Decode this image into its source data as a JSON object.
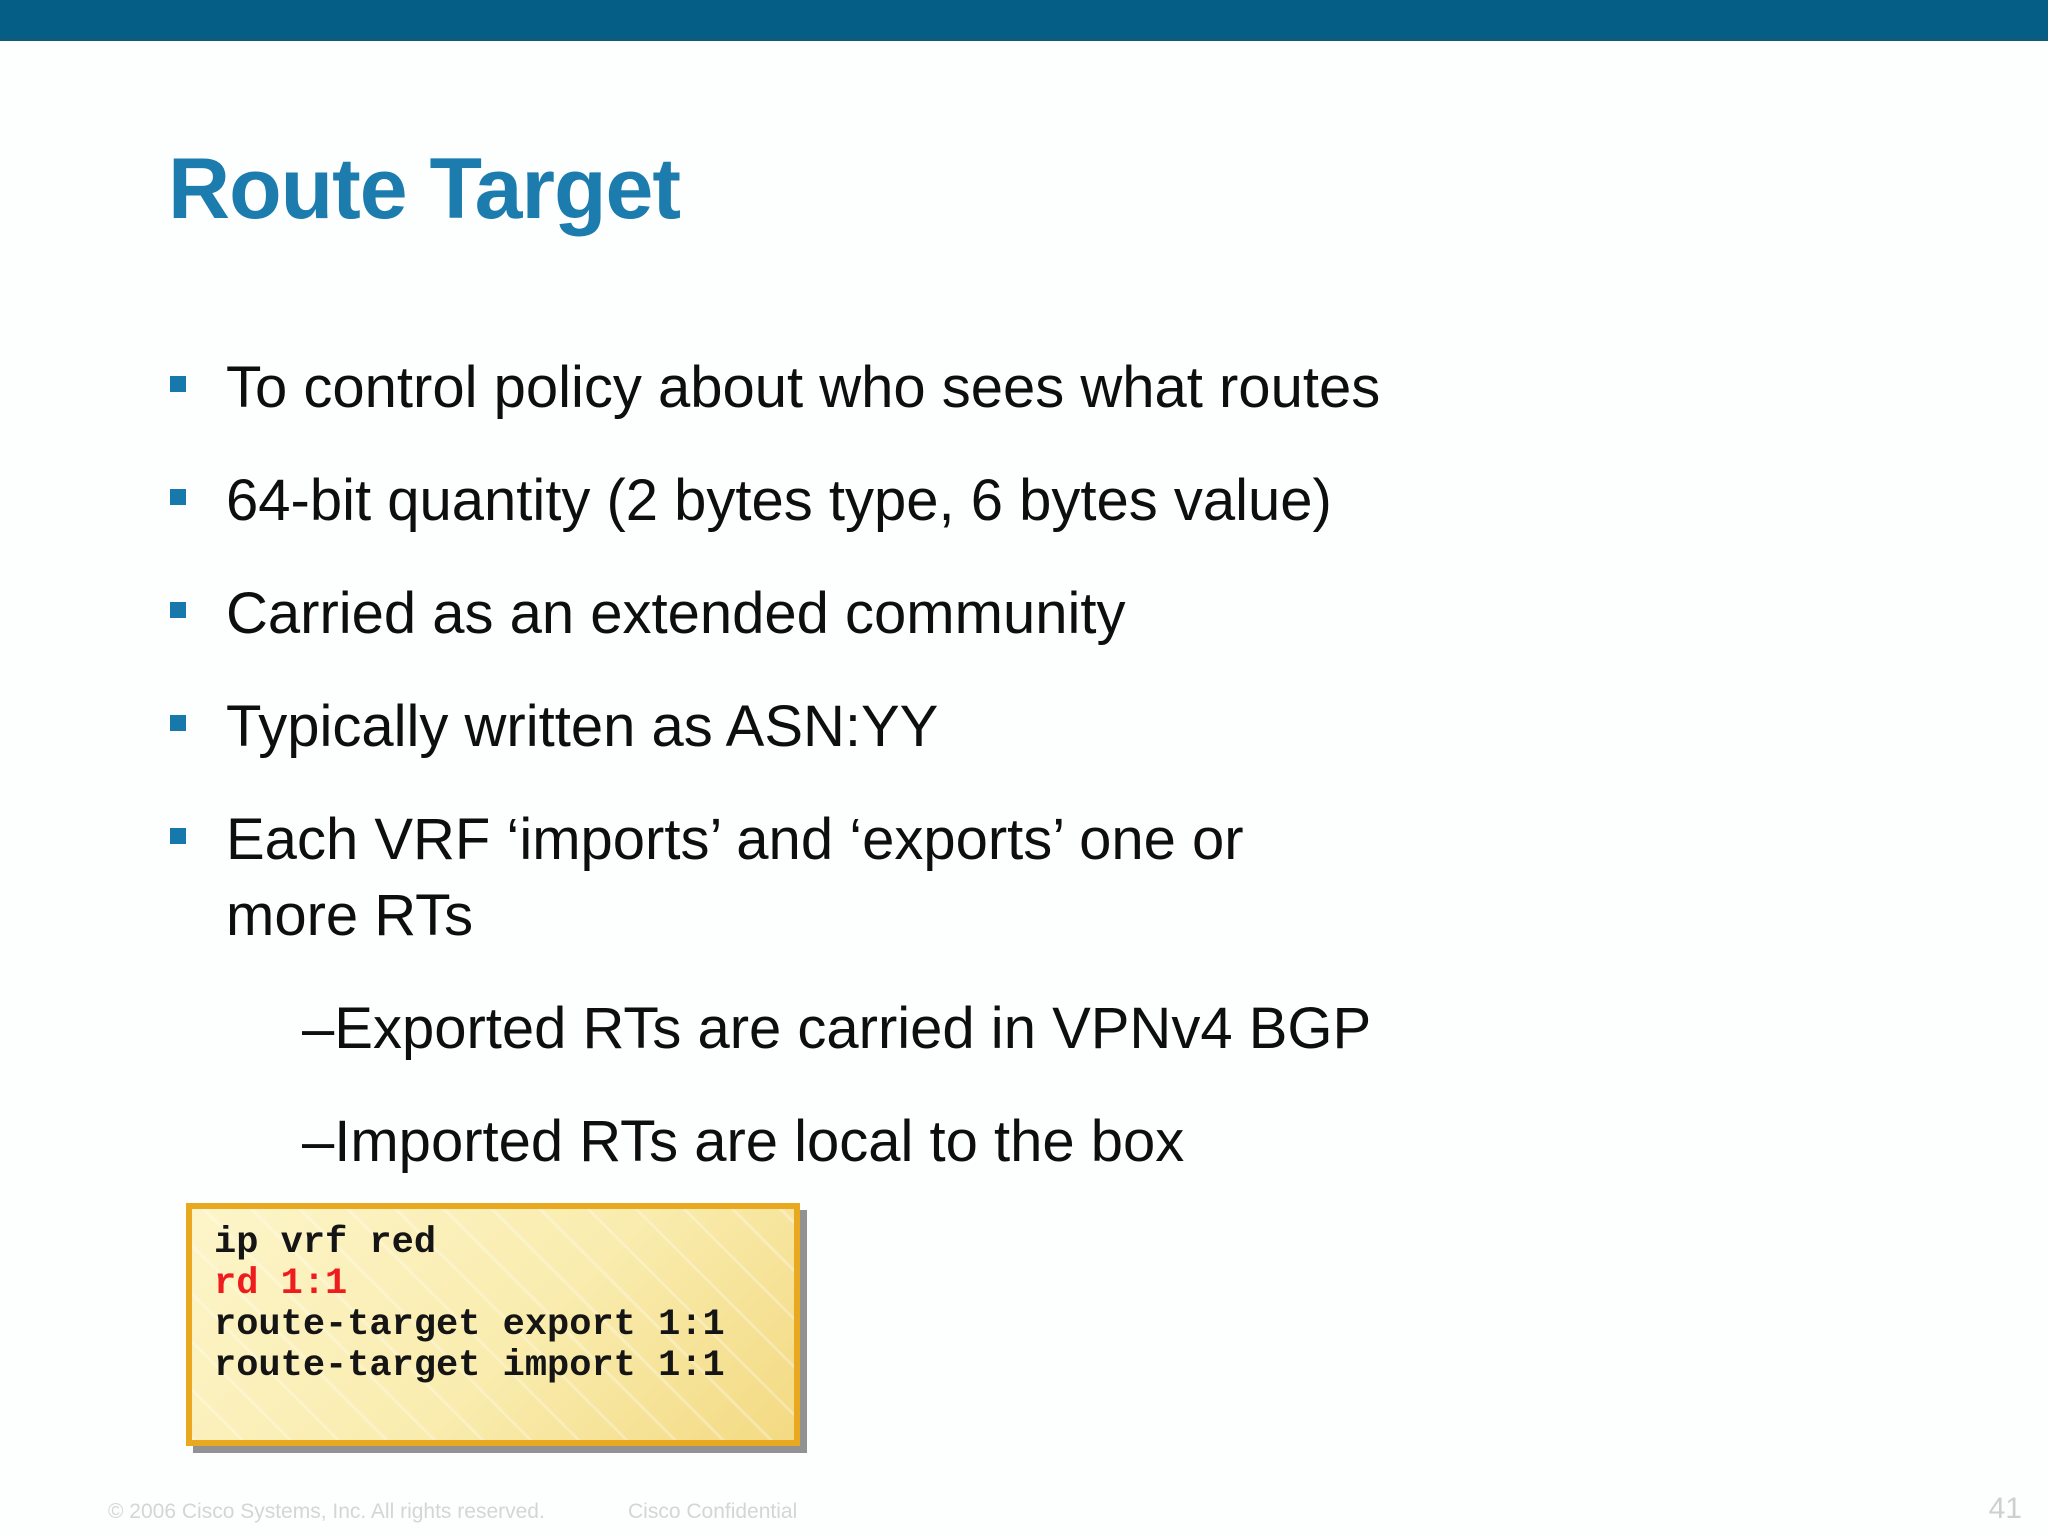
{
  "slide": {
    "title": "Route Target",
    "bullets": [
      "To control policy about who sees what routes",
      "64-bit quantity (2 bytes type, 6 bytes value)",
      "Carried as an extended community",
      "Typically written as ASN:YY",
      "Each VRF ‘imports’ and ‘exports’ one or\nmore RTs"
    ],
    "sub_bullets": [
      "–Exported RTs are carried in VPNv4 BGP",
      "–Imported RTs are local to the box"
    ],
    "code_box": {
      "lines": [
        {
          "text": "ip vrf red",
          "highlight": false
        },
        {
          "text": "rd 1:1",
          "highlight": true
        },
        {
          "text": "route-target export 1:1",
          "highlight": false
        },
        {
          "text": "route-target import 1:1",
          "highlight": false
        }
      ]
    },
    "footer": {
      "copyright": "© 2006 Cisco Systems, Inc. All rights reserved.",
      "confidential": "Cisco Confidential",
      "page_number": "41"
    },
    "colors": {
      "top_bar": "#045E86",
      "title": "#1B7CAD",
      "bullet_marker": "#1779AB",
      "body_text": "#0E0E0E",
      "code_border": "#E8A81F",
      "code_bg_light": "#FDF5C9",
      "code_bg_dark": "#F3DA83",
      "code_highlight_red": "#EE1C1C",
      "footer_text": "#D5D5D5"
    }
  }
}
